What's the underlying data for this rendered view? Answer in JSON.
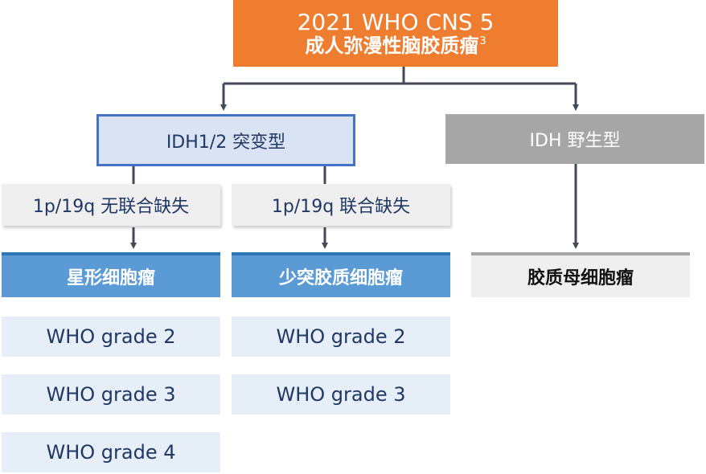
{
  "root": {
    "line1": "2021 WHO CNS 5",
    "line2": "成人弥漫性脑胶质瘤",
    "sup": "3"
  },
  "idh_mutant": {
    "label": "IDH1/2 突变型"
  },
  "idh_wildtype": {
    "label": "IDH 野生型"
  },
  "codeletion": {
    "absent": "1p/19q 无联合缺失",
    "present": "1p/19q 联合缺失"
  },
  "tumors": {
    "astrocytoma": "星形细胞瘤",
    "oligodendroglioma": "少突胶质细胞瘤",
    "glioblastoma": "胶质母细胞瘤"
  },
  "grades": {
    "astrocytoma": [
      "WHO grade 2",
      "WHO grade 3",
      "WHO grade 4"
    ],
    "oligodendroglioma": [
      "WHO grade 2",
      "WHO grade 3"
    ]
  },
  "colors": {
    "root_fill": "#ee7d30",
    "mutant_fill": "#d9e3f3",
    "mutant_border": "#4472c4",
    "wildtype_fill": "#a6a6a6",
    "tumor_fill": "#5b9bd5",
    "grade_fill": "#e6eef8",
    "connector": "#404a5a"
  }
}
